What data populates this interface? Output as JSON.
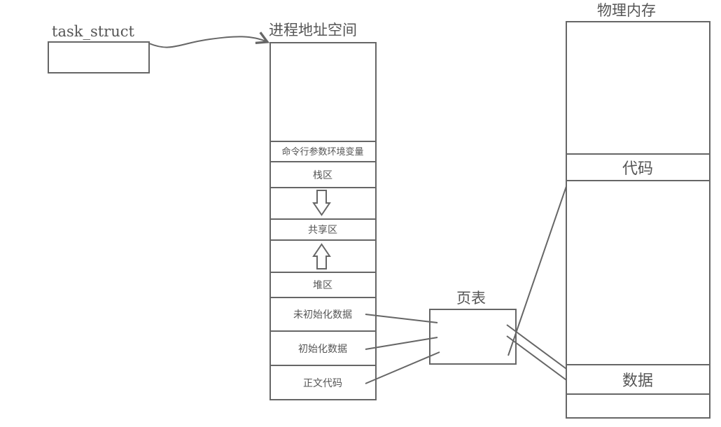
{
  "task_struct": {
    "label": "task_struct"
  },
  "address_space": {
    "title": "进程地址空间",
    "cmd_env": "命令行参数环境变量",
    "stack": "栈区",
    "shared": "共享区",
    "heap": "堆区",
    "bss": "未初始化数据",
    "data": "初始化数据",
    "text": "正文代码"
  },
  "page_table": {
    "title": "页表"
  },
  "physical_memory": {
    "title": "物理内存",
    "code": "代码",
    "data": "数据"
  },
  "colors": {
    "line": "#666666",
    "text": "#555555"
  }
}
